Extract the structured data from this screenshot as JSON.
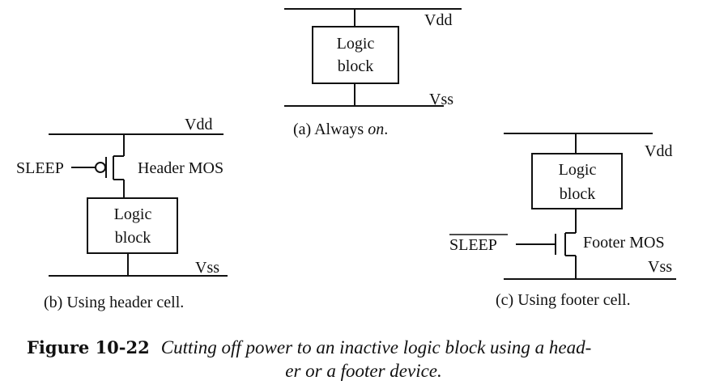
{
  "panel_a": {
    "vdd": "Vdd",
    "vss": "Vss",
    "block_line1": "Logic",
    "block_line2": "block",
    "caption_prefix": "(a) Always ",
    "caption_italic": "on",
    "caption_suffix": "."
  },
  "panel_b": {
    "vdd": "Vdd",
    "vss": "Vss",
    "sleep": "SLEEP",
    "transistor": "Header MOS",
    "block_line1": "Logic",
    "block_line2": "block",
    "caption": "(b) Using header cell."
  },
  "panel_c": {
    "vdd": "Vdd",
    "vss": "Vss",
    "sleep_bar": "SLEEP",
    "transistor": "Footer MOS",
    "block_line1": "Logic",
    "block_line2": "block",
    "caption": "(c) Using footer cell."
  },
  "figure": {
    "number": "Figure 10-22",
    "caption_line1": "Cutting off power to an inactive logic block using a head-",
    "caption_line2": "er or a footer device."
  }
}
